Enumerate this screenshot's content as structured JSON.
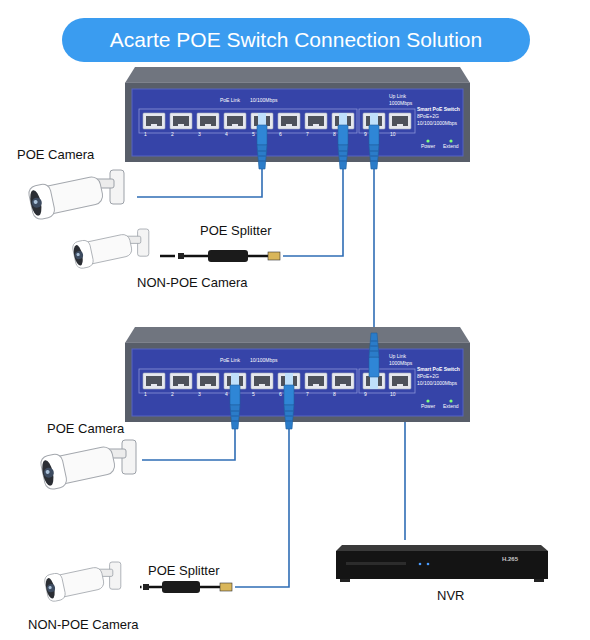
{
  "diagram": {
    "title": "Acarte POE Switch Connection Solution",
    "nodes": [
      {
        "text": [
          "PoE Link",
          "10/100Mbps",
          "Up Link",
          "1000Mbps",
          "Smart PoE Switch",
          "8PoE+2G",
          "10/100/1000Mbps",
          "Power",
          "Extend",
          "1",
          "2",
          "3",
          "4",
          "5",
          "6",
          "7",
          "8",
          "9",
          "10"
        ]
      },
      {
        "text": [
          "POE Camera"
        ]
      },
      {
        "text": [
          "POE Splitter"
        ]
      },
      {
        "text": [
          "NON-POE Camera"
        ]
      },
      {
        "text": [
          "PoE Link",
          "10/100Mbps",
          "Up Link",
          "1000Mbps",
          "Smart PoE Switch",
          "8PoE+2G",
          "10/100/1000Mbps",
          "Power",
          "Extend",
          "1",
          "2",
          "3",
          "4",
          "5",
          "6",
          "7",
          "8",
          "9",
          "10"
        ]
      },
      {
        "text": [
          "POE Camera"
        ]
      },
      {
        "text": [
          "POE Splitter"
        ]
      },
      {
        "text": [
          "NON-POE Camera"
        ]
      },
      {
        "text": [
          "NVR",
          "H.265"
        ]
      }
    ],
    "edges": [
      {
        "from": 0,
        "to": 1,
        "arrow": "none"
      },
      {
        "from": 0,
        "to": 2,
        "arrow": "none"
      },
      {
        "from": 2,
        "to": 3,
        "arrow": "none"
      },
      {
        "from": 0,
        "to": 4,
        "arrow": "none"
      },
      {
        "from": 4,
        "to": 5,
        "arrow": "none"
      },
      {
        "from": 4,
        "to": 6,
        "arrow": "none"
      },
      {
        "from": 6,
        "to": 7,
        "arrow": "none"
      },
      {
        "from": 4,
        "to": 8,
        "arrow": "none"
      }
    ]
  }
}
